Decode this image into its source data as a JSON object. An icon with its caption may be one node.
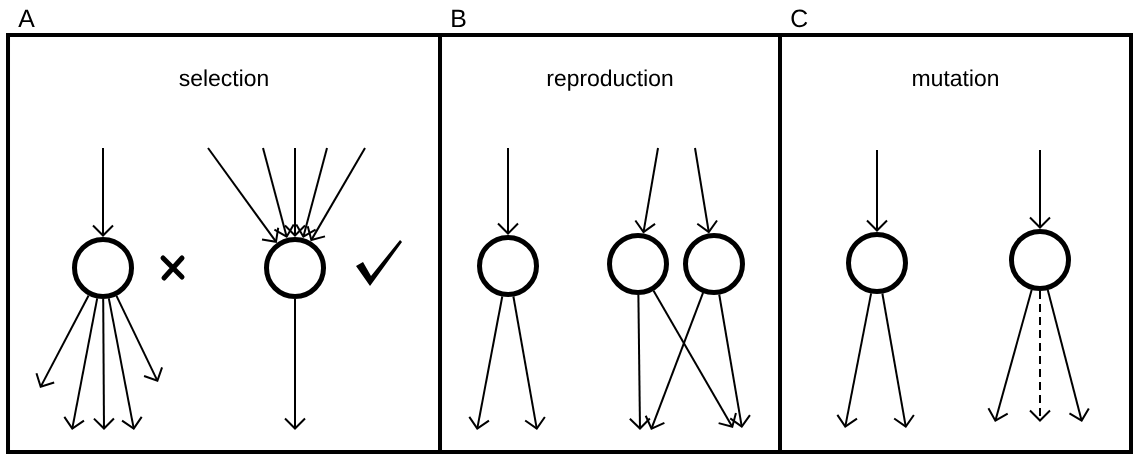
{
  "diagram": {
    "nodes": [
      {
        "text": [
          "A",
          "selection"
        ]
      },
      {
        "text": [],
        "shape": "circle",
        "in": 0
      },
      {
        "text": [],
        "shape": "circle",
        "in": 0
      },
      {
        "text": [
          "B",
          "reproduction"
        ]
      },
      {
        "text": [],
        "shape": "circle",
        "in": 3
      },
      {
        "text": [],
        "shape": "circle",
        "in": 3
      },
      {
        "text": [],
        "shape": "circle",
        "in": 3
      },
      {
        "text": [
          "C",
          "mutation"
        ]
      },
      {
        "text": [],
        "shape": "circle",
        "in": 7
      },
      {
        "text": [],
        "shape": "circle",
        "in": 7
      }
    ],
    "edges": [
      {
        "from": null,
        "to": 1,
        "arrow": "to"
      },
      {
        "from": 1,
        "to": null,
        "arrow": "to"
      },
      {
        "from": 1,
        "to": null,
        "arrow": "to"
      },
      {
        "from": 1,
        "to": null,
        "arrow": "to"
      },
      {
        "from": 1,
        "to": null,
        "arrow": "to"
      },
      {
        "from": 1,
        "to": null,
        "arrow": "to"
      },
      {
        "from": null,
        "to": 2,
        "arrow": "to"
      },
      {
        "from": null,
        "to": 2,
        "arrow": "to"
      },
      {
        "from": null,
        "to": 2,
        "arrow": "to"
      },
      {
        "from": null,
        "to": 2,
        "arrow": "to"
      },
      {
        "from": null,
        "to": 2,
        "arrow": "to"
      },
      {
        "from": 2,
        "to": null,
        "arrow": "to"
      },
      {
        "from": null,
        "to": 4,
        "arrow": "to"
      },
      {
        "from": 4,
        "to": null,
        "arrow": "to"
      },
      {
        "from": 4,
        "to": null,
        "arrow": "to"
      },
      {
        "from": null,
        "to": 5,
        "arrow": "to"
      },
      {
        "from": null,
        "to": 6,
        "arrow": "to"
      },
      {
        "from": 5,
        "to": null,
        "arrow": "to"
      },
      {
        "from": 5,
        "to": null,
        "arrow": "to"
      },
      {
        "from": 6,
        "to": null,
        "arrow": "to"
      },
      {
        "from": 6,
        "to": null,
        "arrow": "to"
      },
      {
        "from": null,
        "to": 8,
        "arrow": "to"
      },
      {
        "from": 8,
        "to": null,
        "arrow": "to"
      },
      {
        "from": 8,
        "to": null,
        "arrow": "to"
      },
      {
        "from": null,
        "to": 9,
        "arrow": "to"
      },
      {
        "from": 9,
        "to": null,
        "arrow": "to"
      },
      {
        "from": 9,
        "to": null,
        "arrow": "to",
        "style": "dashed"
      },
      {
        "from": 9,
        "to": null,
        "arrow": "to"
      }
    ]
  }
}
